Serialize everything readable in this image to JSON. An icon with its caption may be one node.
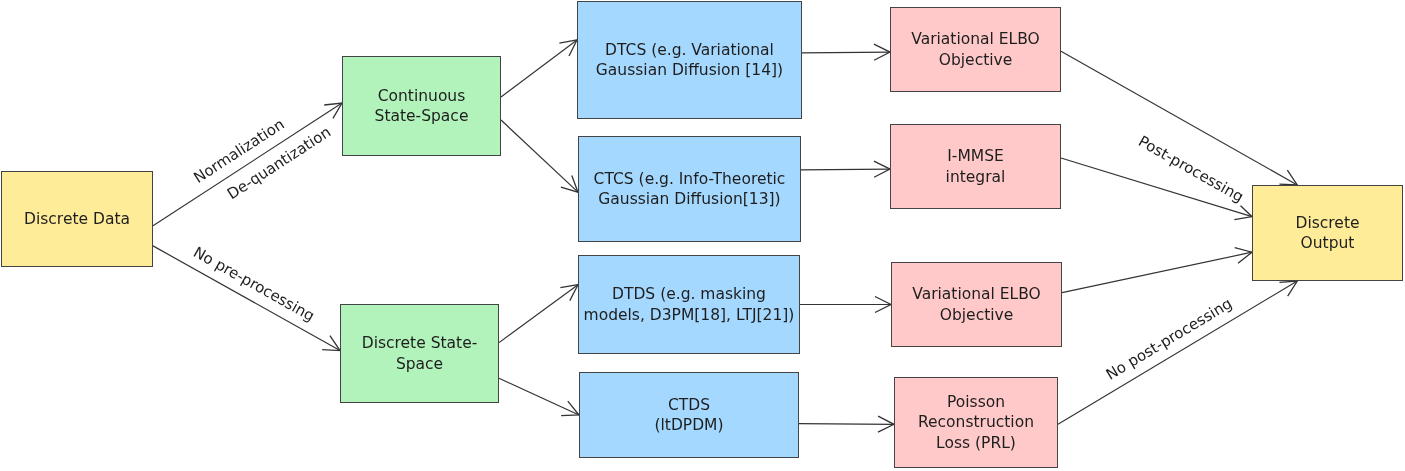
{
  "diagram": {
    "nodes": [
      {
        "text": [
          "Discrete Data"
        ]
      },
      {
        "text": [
          "Continuous State-Space"
        ]
      },
      {
        "text": [
          "Discrete State-Space"
        ]
      },
      {
        "text": [
          "DTCS (e.g. Variational Gaussian Diffusion [14])"
        ]
      },
      {
        "text": [
          "CTCS (e.g. Info-Theoretic Gaussian Diffusion[13])"
        ]
      },
      {
        "text": [
          "DTDS (e.g. masking models, D3PM[18], LTJ[21])"
        ]
      },
      {
        "text": [
          "CTDS (ltDPDM)"
        ]
      },
      {
        "text": [
          "Variational ELBO Objective"
        ]
      },
      {
        "text": [
          "I-MMSE integral"
        ]
      },
      {
        "text": [
          "Variational ELBO Objective"
        ]
      },
      {
        "text": [
          "Poisson Reconstruction Loss (PRL)"
        ]
      },
      {
        "text": [
          "Discrete Output"
        ]
      }
    ],
    "edges": [
      {
        "from": 0,
        "to": 1,
        "arrow": "to",
        "label": "Normalization"
      },
      {
        "from": 0,
        "to": 2,
        "arrow": "to",
        "label": "No pre-processing"
      },
      {
        "from": 1,
        "to": 3,
        "arrow": "to"
      },
      {
        "from": 1,
        "to": 4,
        "arrow": "to"
      },
      {
        "from": 2,
        "to": 5,
        "arrow": "to"
      },
      {
        "from": 2,
        "to": 6,
        "arrow": "to"
      },
      {
        "from": 3,
        "to": 7,
        "arrow": "to"
      },
      {
        "from": 4,
        "to": 8,
        "arrow": "to"
      },
      {
        "from": 5,
        "to": 9,
        "arrow": "to"
      },
      {
        "from": 6,
        "to": 10,
        "arrow": "to"
      },
      {
        "from": 7,
        "to": 11,
        "arrow": "to"
      },
      {
        "from": 8,
        "to": 11,
        "arrow": "to"
      },
      {
        "from": 9,
        "to": 11,
        "arrow": "to"
      },
      {
        "from": 10,
        "to": 11,
        "arrow": "to",
        "label": "No post-processing"
      }
    ],
    "labels": [
      "De-quantization",
      "Post-processing"
    ]
  }
}
